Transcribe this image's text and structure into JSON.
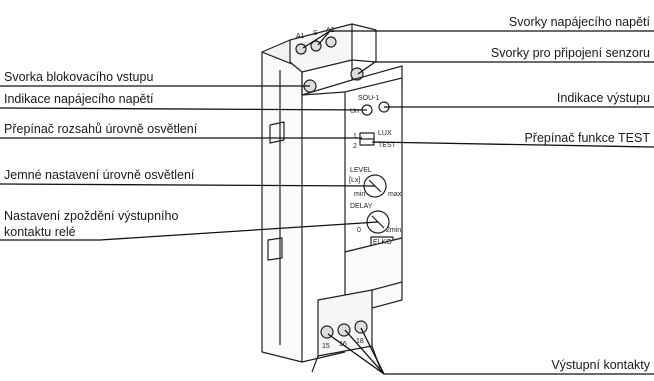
{
  "labels": {
    "supply_terminals": "Svorky napájecího napětí",
    "sensor_terminals": "Svorky pro připojení senzoru",
    "blocking_input_terminal": "Svorka blokovacího vstupu",
    "supply_indication": "Indikace napájecího napětí",
    "output_indication": "Indikace výstupu",
    "range_switch": "Přepínač rozsahů úrovně osvětlení",
    "test_switch": "Přepínač funkce TEST",
    "fine_level": "Jemné nastavení úrovně osvětlení",
    "delay_line1": "Nastavení zpoždění výstupního",
    "delay_line2": "kontaktu relé",
    "output_contacts": "Výstupní kontakty"
  },
  "device": {
    "model": "SOU-1",
    "brand": "ELKO",
    "top_terminals": [
      "A1",
      "S",
      "A2"
    ],
    "bottom_terminals": [
      "15",
      "16",
      "18"
    ],
    "led_supply": "Un",
    "range_options": [
      "1",
      "2"
    ],
    "range_label_lux": "LUX",
    "range_label_test": "TEST",
    "level_title": "LEVEL",
    "level_unit": "[Lx]",
    "level_min": "min",
    "level_max": "max",
    "delay_title": "DELAY",
    "delay_min": "0",
    "delay_max": "2min"
  }
}
